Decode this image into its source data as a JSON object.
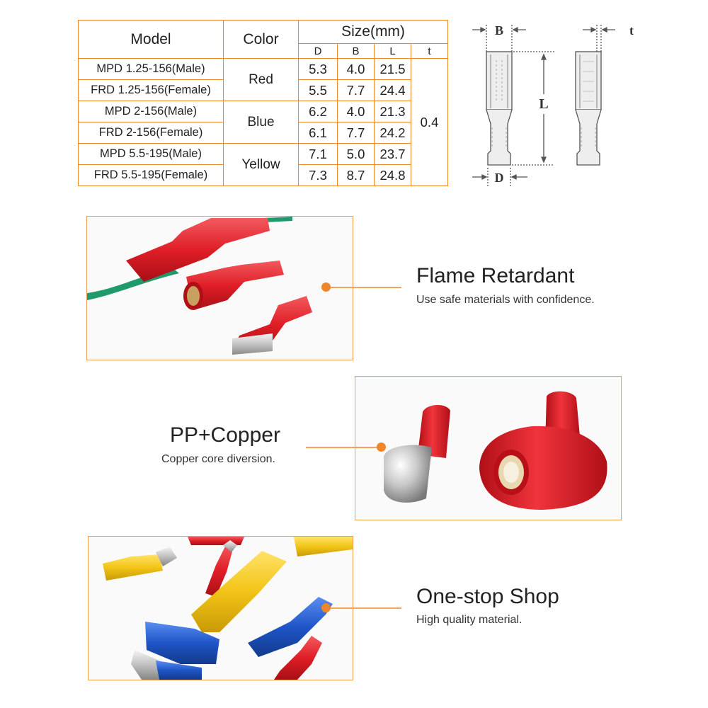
{
  "table": {
    "header_model": "Model",
    "header_color": "Color",
    "header_size": "Size(mm)",
    "col_d": "D",
    "col_b": "B",
    "col_l": "L",
    "col_t": "t",
    "t_value": "0.4",
    "rows": [
      {
        "model": "MPD 1.25-156(Male)",
        "d": "5.3",
        "b": "4.0",
        "l": "21.5"
      },
      {
        "model": "FRD 1.25-156(Female)",
        "d": "5.5",
        "b": "7.7",
        "l": "24.4"
      },
      {
        "model": "MPD 2-156(Male)",
        "d": "6.2",
        "b": "4.0",
        "l": "21.3"
      },
      {
        "model": "FRD 2-156(Female)",
        "d": "6.1",
        "b": "7.7",
        "l": "24.2"
      },
      {
        "model": "MPD 5.5-195(Male)",
        "d": "7.1",
        "b": "5.0",
        "l": "23.7"
      },
      {
        "model": "FRD 5.5-195(Female)",
        "d": "7.3",
        "b": "8.7",
        "l": "24.8"
      }
    ],
    "colors": [
      "Red",
      "Blue",
      "Yellow"
    ]
  },
  "diagram": {
    "label_b": "B",
    "label_t": "t",
    "label_l": "L",
    "label_d": "D"
  },
  "features": [
    {
      "title": "Flame Retardant",
      "desc": "Use safe materials with confidence."
    },
    {
      "title": "PP+Copper",
      "desc": "Copper core diversion."
    },
    {
      "title": "One-stop Shop",
      "desc": "High quality material."
    }
  ],
  "colors": {
    "accent": "#ee8a2a",
    "red": "#e8202a",
    "blue": "#1f55c8",
    "yellow": "#f2c417",
    "green_wire": "#1f9a6a"
  }
}
